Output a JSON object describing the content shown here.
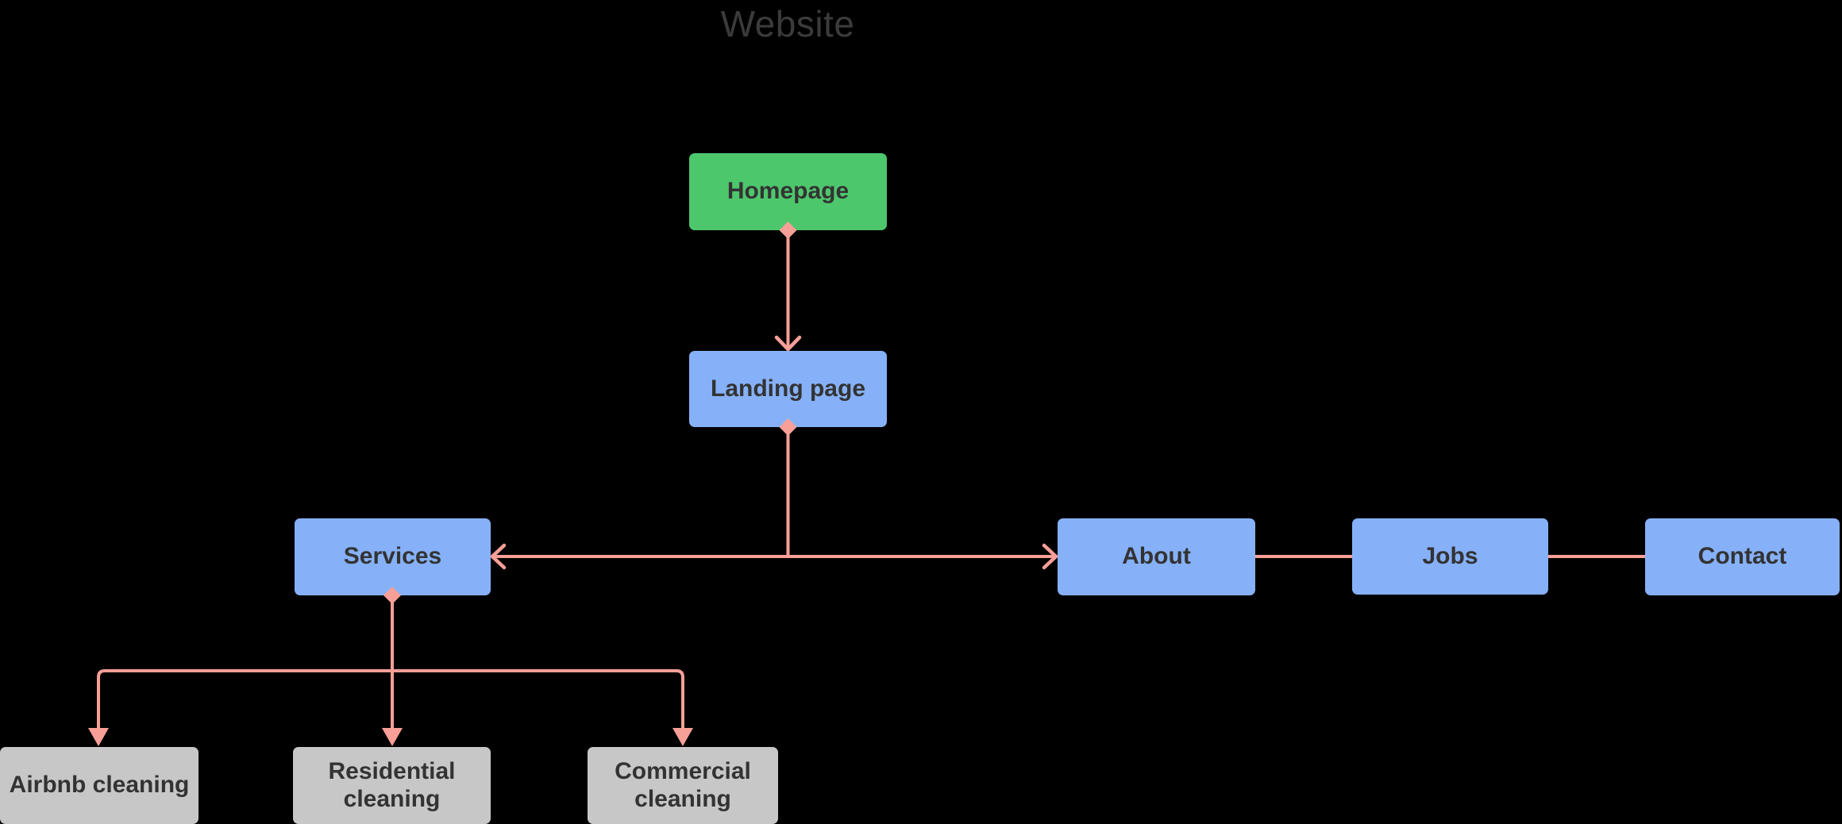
{
  "title": "Website",
  "colors": {
    "canvas-bg": "#000000",
    "title-text": "#3b3b3b",
    "node-text": "#333333",
    "node-green": "#4dc76c",
    "node-blue": "#86b1f9",
    "node-gray": "#c7c7c7",
    "connector": "#f89f97"
  },
  "nodes": {
    "homepage": {
      "label": "Homepage",
      "color": "green"
    },
    "landing": {
      "label": "Landing page",
      "color": "blue"
    },
    "services": {
      "label": "Services",
      "color": "blue"
    },
    "about": {
      "label": "About",
      "color": "blue"
    },
    "jobs": {
      "label": "Jobs",
      "color": "blue"
    },
    "contact": {
      "label": "Contact",
      "color": "blue"
    },
    "airbnb": {
      "label": "Airbnb cleaning",
      "color": "gray"
    },
    "residential": {
      "label": "Residential cleaning",
      "color": "gray"
    },
    "commercial": {
      "label": "Commercial cleaning",
      "color": "gray"
    }
  },
  "connections": [
    {
      "from": "homepage",
      "to": "landing",
      "style": "diamond-start, open-arrow-end"
    },
    {
      "from": "landing",
      "to": "services",
      "style": "diamond-start, open-arrow-end"
    },
    {
      "from": "landing",
      "to": "about",
      "style": "diamond-start, open-arrow-end"
    },
    {
      "from": "about",
      "to": "jobs",
      "style": "plain-line"
    },
    {
      "from": "jobs",
      "to": "contact",
      "style": "plain-line"
    },
    {
      "from": "services",
      "to": "airbnb",
      "style": "diamond-start, solid-arrow-end"
    },
    {
      "from": "services",
      "to": "residential",
      "style": "diamond-start, solid-arrow-end"
    },
    {
      "from": "services",
      "to": "commercial",
      "style": "diamond-start, solid-arrow-end"
    }
  ]
}
